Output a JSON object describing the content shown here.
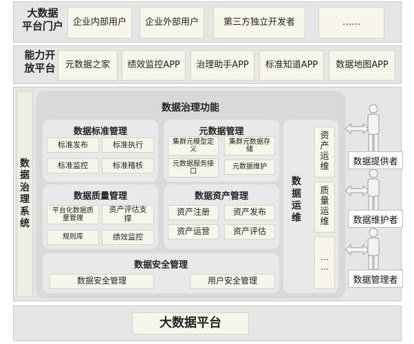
{
  "portal": {
    "title_line1": "大数据",
    "title_line2": "平台门户",
    "items": [
      "企业内部用户",
      "企业外部用户",
      "第三方独立开发者",
      "……"
    ]
  },
  "open_platform": {
    "title_line1": "能力开",
    "title_line2": "放平台",
    "items": [
      "元数据之家",
      "绩效监控APP",
      "治理助手APP",
      "标准知道APP",
      "数据地图APP"
    ]
  },
  "governance_system": {
    "title_chars": [
      "数",
      "据",
      "治",
      "理",
      "系",
      "统"
    ],
    "functions_title": "数据治理功能",
    "standard": {
      "title": "数据标准管理",
      "items": [
        "标准发布",
        "标准执行",
        "标准监控",
        "标准稽核"
      ]
    },
    "metadata": {
      "title": "元数据管理",
      "items": [
        "集群元模型定义",
        "集群元数据存储",
        "元数据服务接口",
        "元数据维护"
      ]
    },
    "quality": {
      "title": "数据质量管理",
      "items": [
        "平台化数据质量管理",
        "资产评估支撑",
        "规则库",
        "绩效监控"
      ]
    },
    "asset": {
      "title": "数据资产管理",
      "items": [
        "资产注册",
        "资产发布",
        "资产运营",
        "资产评估"
      ]
    },
    "security": {
      "title": "数据安全管理",
      "items": [
        "数据安全管理",
        "用户安全管理"
      ]
    },
    "ops": {
      "title_chars": [
        "数",
        "据",
        "运",
        "维"
      ],
      "items": [
        [
          "资",
          "产",
          "运",
          "维"
        ],
        [
          "质",
          "量",
          "运",
          "维"
        ],
        [
          "…",
          "…"
        ]
      ]
    }
  },
  "roles": [
    "数据提供者",
    "数据维护者",
    "数据管理者"
  ],
  "footer": {
    "title": "大数据平台"
  },
  "colors": {
    "band": "#e6e6e6",
    "chip": "#f6f7ea",
    "panel": "#d9d9d9",
    "section": "#e9e9e9"
  }
}
